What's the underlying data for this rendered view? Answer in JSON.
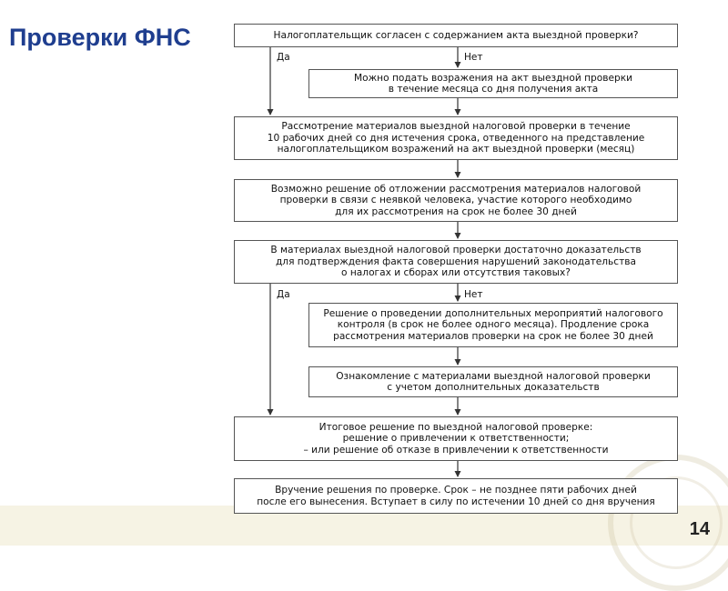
{
  "page": {
    "title": "Проверки ФНС",
    "page_number": "14"
  },
  "flow": {
    "q1": [
      "Налогоплательщик согласен с содержанием акта выездной проверки?"
    ],
    "q1_yes": "Да",
    "q1_no": "Нет",
    "objections": [
      "Можно подать возражения на акт выездной проверки",
      "в течение месяца со дня получения акта"
    ],
    "review": [
      "Рассмотрение материалов выездной налоговой проверки в течение",
      "10 рабочих дней со дня истечения срока, отведенного на представление",
      "налогоплательщиком возражений на акт выездной проверки (месяц)"
    ],
    "postpone": [
      "Возможно решение об отложении рассмотрения материалов налоговой",
      "проверки в связи с неявкой человека, участие которого необходимо",
      "для их рассмотрения на срок не более 30 дней"
    ],
    "q2": [
      "В материалах выездной налоговой проверки достаточно доказательств",
      "для подтверждения факта совершения нарушений законодательства",
      "о налогах и сборах или отсутствия таковых?"
    ],
    "q2_yes": "Да",
    "q2_no": "Нет",
    "additional": [
      "Решение о проведении дополнительных мероприятий налогового",
      "контроля (в срок не более одного месяца). Продление срока",
      "рассмотрения материалов проверки на срок не более 30 дней"
    ],
    "familiarize": [
      "Ознакомление с материалами выездной налоговой проверки",
      "с учетом дополнительных доказательств"
    ],
    "final": [
      "Итоговое решение по выездной налоговой проверке:",
      "решение о привлечении к ответственности;",
      "– или решение об отказе в привлечении к ответственности"
    ],
    "delivery": [
      "Вручение решения по проверке. Срок – не позднее пяти рабочих дней",
      "после его вынесения. Вступает в силу по истечении 10 дней со дня вручения"
    ]
  }
}
